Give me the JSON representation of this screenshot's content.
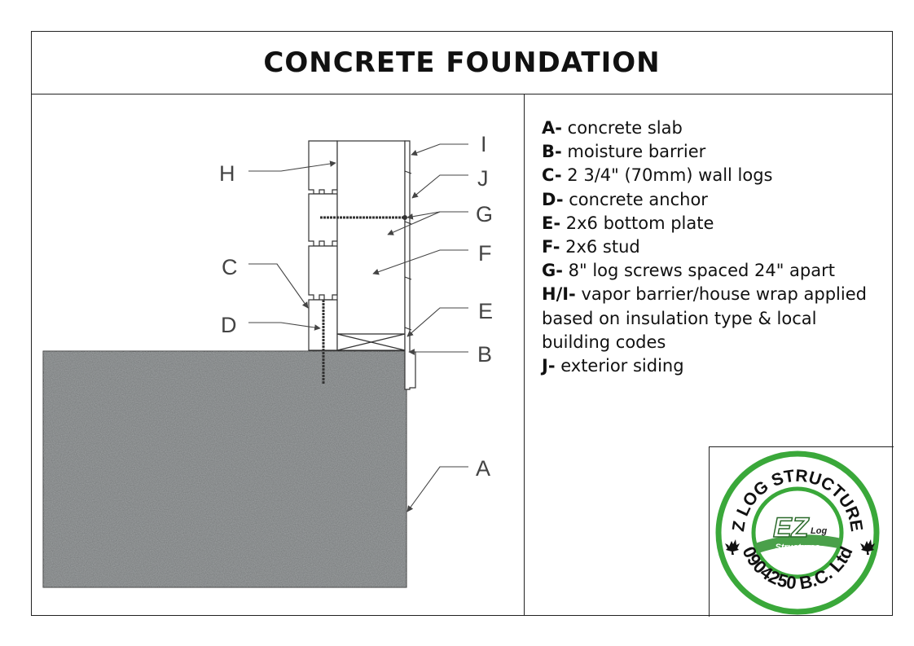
{
  "title": "CONCRETE FOUNDATION",
  "callouts": [
    "I",
    "H",
    "J",
    "G",
    "F",
    "C",
    "E",
    "D",
    "B",
    "A"
  ],
  "legend": [
    {
      "key": "A-",
      "text": "concrete slab"
    },
    {
      "key": "B-",
      "text": "moisture barrier"
    },
    {
      "key": "C-",
      "text": "2 3/4\" (70mm) wall logs"
    },
    {
      "key": "D-",
      "text": "concrete anchor"
    },
    {
      "key": "E-",
      "text": "2x6 bottom plate"
    },
    {
      "key": "F-",
      "text": "2x6 stud"
    },
    {
      "key": "G-",
      "text": "8\" log screws spaced 24\" apart"
    },
    {
      "key": "H/I-",
      "text": "vapor barrier/house wrap applied based on insulation type & local building codes"
    },
    {
      "key": "J-",
      "text": "exterior siding"
    }
  ],
  "logo": {
    "ring_top": "EZ LOG STRUCTURES",
    "ring_bottom": "0904250 B.C. Ltd",
    "badge_main": "EZ",
    "badge_small": "Log",
    "badge_sub": "Structures",
    "ring_color": "#3aa83a",
    "badge_color": "#4aa04a"
  },
  "colors": {
    "slab": "#7c7f80",
    "line": "#333333"
  }
}
